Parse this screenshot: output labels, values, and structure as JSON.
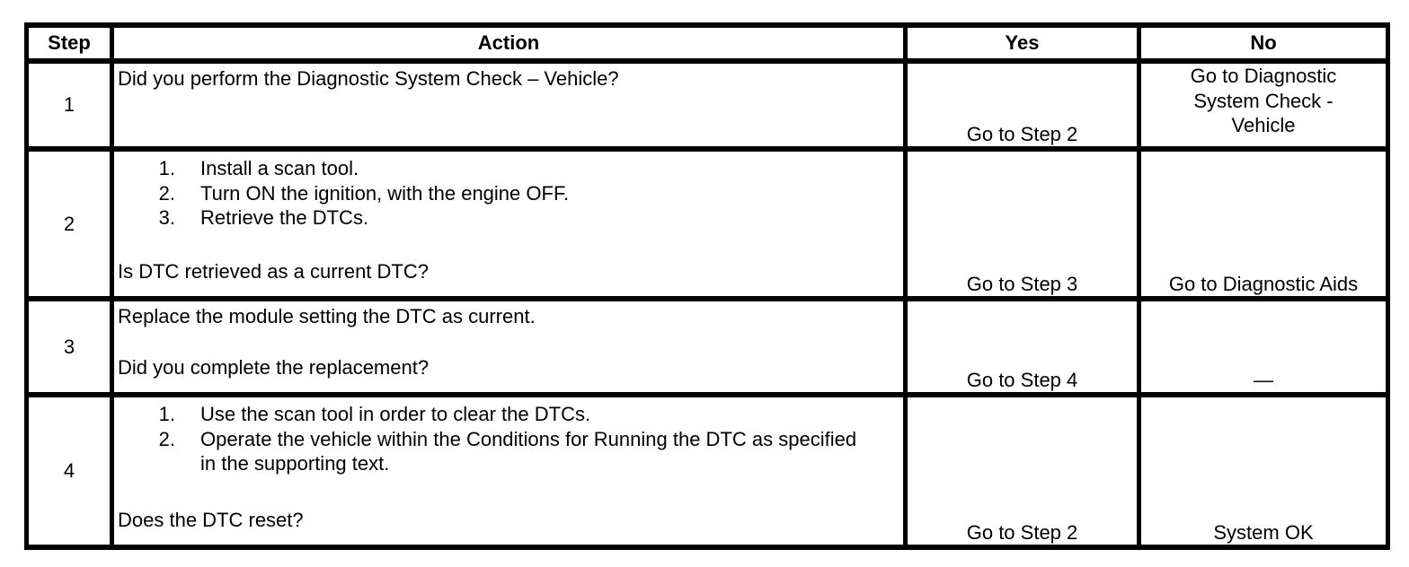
{
  "table": {
    "headers": {
      "step": "Step",
      "action": "Action",
      "yes": "Yes",
      "no": "No"
    },
    "rows": [
      {
        "step": "1",
        "intro": "Did you perform the Diagnostic System Check – Vehicle?",
        "question": "",
        "yes": "Go to Step 2",
        "no": "Go to Diagnostic\nSystem Check -\nVehicle"
      },
      {
        "step": "2",
        "intro": "",
        "list": [
          {
            "num": "1.",
            "text": "Install a scan tool."
          },
          {
            "num": "2.",
            "text": "Turn ON the ignition, with the engine OFF."
          },
          {
            "num": "3.",
            "text": "Retrieve the DTCs."
          }
        ],
        "question": "Is DTC retrieved as a current DTC?",
        "yes": "Go to Step 3",
        "no": "Go to Diagnostic Aids"
      },
      {
        "step": "3",
        "intro": "Replace the module setting the DTC as current.",
        "question": "Did you complete the replacement?",
        "yes": "Go to Step 4",
        "no": "—"
      },
      {
        "step": "4",
        "intro": "",
        "list": [
          {
            "num": "1.",
            "text": "Use the scan tool in order to clear the DTCs."
          },
          {
            "num": "2.",
            "text": "Operate the vehicle within the Conditions for Running the DTC as specified in the supporting text."
          }
        ],
        "question": "Does the DTC reset?",
        "yes": "Go to Step 2",
        "no": "System OK"
      }
    ]
  }
}
